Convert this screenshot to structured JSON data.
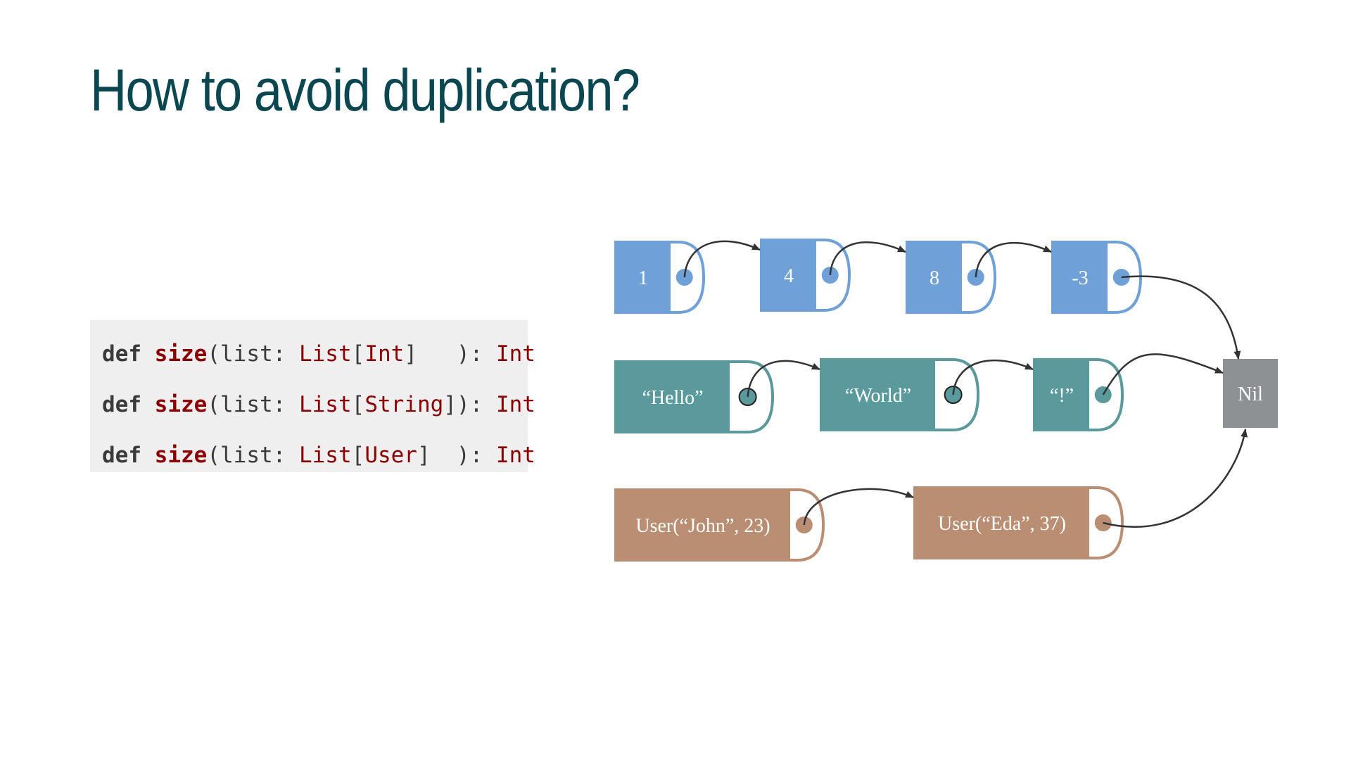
{
  "title": "How to avoid duplication?",
  "code": {
    "lines": [
      {
        "kw": "def",
        "fn": "size",
        "open": "(list: ",
        "type_list": "List",
        "lb": "[",
        "type_param": "Int",
        "rb": "]",
        "pad": "   ",
        "close": "): ",
        "ret": "Int"
      },
      {
        "kw": "def",
        "fn": "size",
        "open": "(list: ",
        "type_list": "List",
        "lb": "[",
        "type_param": "String",
        "rb": "]",
        "pad": "",
        "close": "): ",
        "ret": "Int"
      },
      {
        "kw": "def",
        "fn": "size",
        "open": "(list: ",
        "type_list": "List",
        "lb": "[",
        "type_param": "User",
        "rb": "]",
        "pad": "  ",
        "close": "): ",
        "ret": "Int"
      }
    ]
  },
  "diagram": {
    "colors": {
      "int_list": "#6fa1d8",
      "string_list": "#5a9a9c",
      "user_list": "#b98e72",
      "nil": "#8e9194",
      "arrow": "#333333"
    },
    "int_list": [
      {
        "id": "n1",
        "label": "1"
      },
      {
        "id": "n4",
        "label": "4"
      },
      {
        "id": "n8",
        "label": "8"
      },
      {
        "id": "nm3",
        "label": "-3"
      }
    ],
    "string_list": [
      {
        "id": "sHello",
        "label": "“Hello”"
      },
      {
        "id": "sWorld",
        "label": "“World”"
      },
      {
        "id": "sBang",
        "label": "“!”"
      }
    ],
    "user_list": [
      {
        "id": "uJohn",
        "label": "User(“John”, 23)"
      },
      {
        "id": "uEda",
        "label": "User(“Eda”, 37)"
      }
    ],
    "nil": {
      "label": "Nil"
    }
  }
}
